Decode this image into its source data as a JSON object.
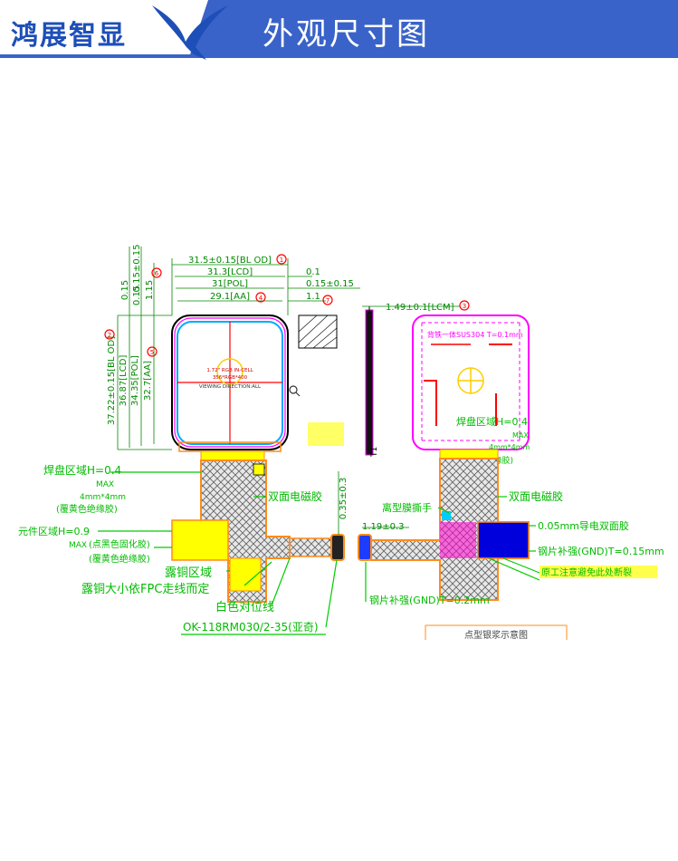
{
  "header": {
    "brand": "鸿展智显",
    "title": "外观尺寸图",
    "colors": {
      "banner": "#3a63c9",
      "brand": "#1e4fb8",
      "underline": "#3a63c9"
    }
  },
  "dimensions": {
    "bl_od": "31.5±0.15[BL OD]",
    "lcd": "31.3[LCD]",
    "pol": "31[POL]",
    "aa": "29.1[AA]",
    "d_01": "0.1",
    "d_015": "0.15±0.15",
    "d_11": "1.1",
    "lcm": "1.49±0.1[LCM]",
    "v_bl_od": "37.22±0.15[BL OD]",
    "v_lcd": "36.87[LCD]",
    "v_pol": "34.35[POL]",
    "v_aa": "32.7[AA]",
    "v_015a": "0.15",
    "v_015b": "0.15±0.15",
    "v_015c": "0.15",
    "v_115": "1.15",
    "fpc_035": "0.35±0.3",
    "fpc_119": "1.19±0.3"
  },
  "screen_labels": {
    "line1": "1.72\" RGB IN-CELL",
    "line2": "356*RGB*400",
    "line3": "VIEWING DIRECTION:ALL"
  },
  "callouts_left": {
    "pad_area": "焊盘区域H=0.4",
    "pad_max": "MAX",
    "pad_size": "4mm*4mm",
    "pad_note": "(覆黄色绝缘胶)",
    "comp_area": "元件区域H=0.9",
    "comp_max": "MAX",
    "comp_note": "(点黑色固化胶)",
    "comp_note2": "(覆黄色绝缘胶)",
    "emi_tape": "双面电磁胶",
    "copper_area": "露铜区域",
    "copper_fpc": "露铜大小依FPC走线而定",
    "white_line": "白色对位线",
    "connector": "OK-118RM030/2-35(亚奇)"
  },
  "callouts_right": {
    "backlight_iron": "背铁一体SUS304 T=0.1mm",
    "pad_area": "焊盘区域H=0.4",
    "pad_max": "MAX",
    "pad_size": "4mm*4mm",
    "pad_note": "(覆黄色绝缘胶)",
    "release_film": "离型膜撕手",
    "emi_tape": "双面电磁胶",
    "conductive_tape": "0.05mm导电双面胶",
    "steel_gnd_a": "钢片补强(GND)T=0.15mm",
    "silver_note": "原工注意避免此处断裂",
    "steel_gnd_b": "钢片补强(GND)T=0.2mm",
    "silver_paste": "点型银浆示意图"
  },
  "markers": [
    "1",
    "2",
    "3",
    "4",
    "5",
    "6",
    "7"
  ],
  "colors": {
    "outline": "#000000",
    "panel": "#ff00ff",
    "accent": "#ff0000",
    "aa": "#00aaff",
    "tape": "#ffff00",
    "fpc": "#ff8c1a",
    "leader": "#00cc00",
    "steel": "#0000dd",
    "dim": "#008800"
  }
}
